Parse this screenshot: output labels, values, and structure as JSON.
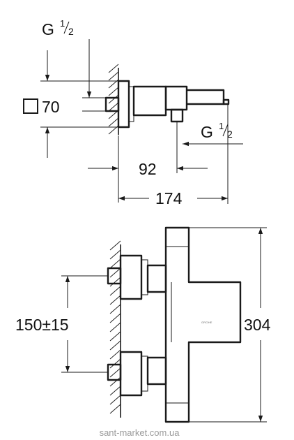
{
  "top_view": {
    "inlet_thread": {
      "prefix": "G",
      "sup": "1",
      "sub": "2"
    },
    "outlet_thread": {
      "prefix": "G",
      "sup": "1",
      "sub": "2"
    },
    "square_symbol": "□",
    "square_size": "70",
    "spout_offset": "92",
    "total_depth": "174"
  },
  "front_view": {
    "connection_spacing": "150±15",
    "height": "304",
    "brand_mark": "GROHE"
  },
  "watermark": "sant-market.com.ua"
}
